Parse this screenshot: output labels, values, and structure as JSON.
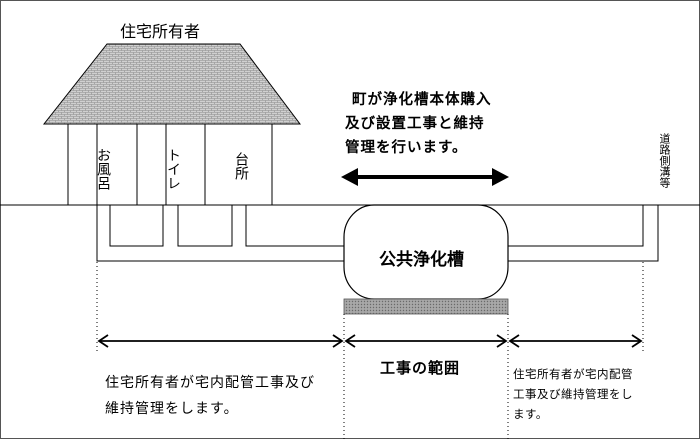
{
  "house": {
    "owner_label": "住宅所有者",
    "rooms": [
      "お風呂",
      "トイレ",
      "台所"
    ]
  },
  "town_note": [
    "町が浄化槽本体購入",
    "及び設置工事と維持",
    "管理を行います。"
  ],
  "gutter_label": "道路側溝等",
  "tank_label": "公共浄化槽",
  "scope_label": "工事の範囲",
  "owner_note_left": [
    "住宅所有者が宅内配管工事及び",
    "維持管理をします。"
  ],
  "owner_note_right": [
    "住宅所有者が宅内配管",
    "工事及び維持管理をし",
    "ます。"
  ],
  "colors": {
    "line": "#000000",
    "border": "#555555",
    "roof_fill": "#c8c8c8",
    "base_fill": "#999999"
  }
}
